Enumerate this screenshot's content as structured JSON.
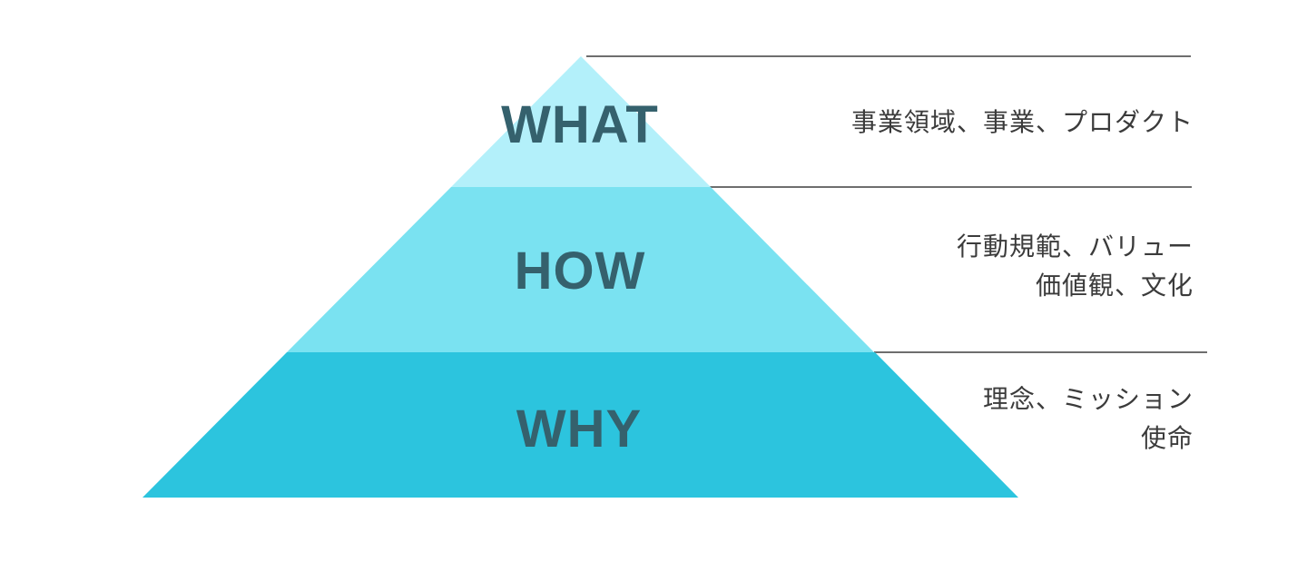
{
  "diagram": {
    "type": "pyramid",
    "tiers": [
      {
        "label": "WHAT",
        "color": "#b3f0fa",
        "annotation_lines": [
          "事業領域、事業、プロダクト"
        ]
      },
      {
        "label": "HOW",
        "color": "#7ae2f1",
        "annotation_lines": [
          "行動規範、バリュー",
          "価値観、文化"
        ]
      },
      {
        "label": "WHY",
        "color": "#2cc4de",
        "annotation_lines": [
          "理念、ミッション",
          "使命"
        ]
      }
    ]
  },
  "colors": {
    "background": "#ffffff",
    "label_text": "#35616d",
    "annotation_text": "#3b3b3b",
    "leader_line": "#6e6e6e"
  }
}
